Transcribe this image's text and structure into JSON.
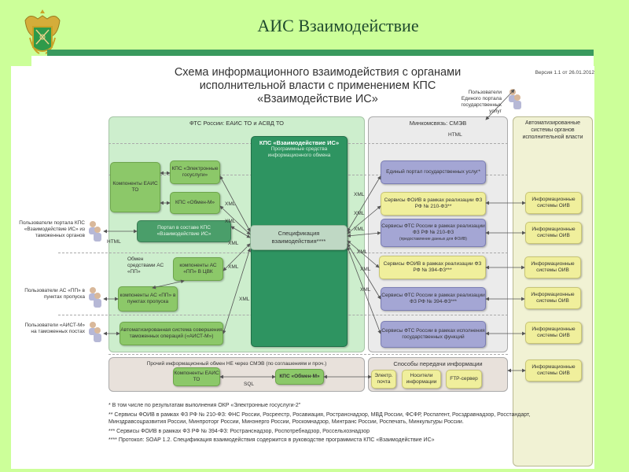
{
  "slide": {
    "title": "АИС Взаимодействие"
  },
  "diagram": {
    "title_line1": "Схема информационного взаимодействия с органами",
    "title_line2": "исполнительной власти с применением КПС «Взаимодействие ИС»",
    "version": "Версия 1.1 от 26.01.2012"
  },
  "regions": {
    "fts": "ФТС России: ЕАИС ТО и АСВД ТО",
    "smev": "Минкомсвязь: СМЭВ",
    "oiv": "Автоматизированные системы органов исполнительной власти",
    "other": "Прочий информационный обмен НЕ через СМЭВ (по соглашениям и проч.)",
    "methods": "Способы передачи информации"
  },
  "boxes": {
    "kps_core_title": "КПС «Взаимодействие ИС»",
    "kps_core_sub": "Программные средства информационного обмена",
    "eais_components": "Компоненты ЕАИС ТО",
    "kps_egosuslugi": "КПС «Электронные госуслуги»",
    "kps_obmen": "КПС «Обмен-М»",
    "portal": "Портал в составе КПС «Взаимодействие ИС»",
    "as_pp_cvk": "компоненты АС «ПП» В ЦВК",
    "as_pp_points": "компоненты АС «ПП» в пунктах пропуска",
    "aist": "Автоматизированная система совершения таможенных операций («АИСТ-М»)",
    "specification": "Спецификация взаимодействия****",
    "epgu": "Единый портал государственных услуг*",
    "foiv_210": "Сервисы ФОИВ в рамках реализации ФЗ РФ № 210-ФЗ**",
    "fts_210": "Сервисы ФТС России в рамках реализации ФЗ РФ № 210-ФЗ",
    "fts_210_note": "(предоставление данных для ФОИВ)",
    "foiv_394": "Сервисы ФОИВ в рамках реализации ФЗ РФ № 394-ФЗ***",
    "fts_394": "Сервисы ФТС России в рамках реализации ФЗ РФ № 394-ФЗ***",
    "fts_functions": "Сервисы ФТС России в рамках исполнения государственных функций",
    "oiv_systems": [
      "Информационные системы ОИВ",
      "Информационные системы ОИВ",
      "Информационные системы ОИВ",
      "Информационные системы ОИВ",
      "Информационные системы ОИВ",
      "Информационные системы ОИВ"
    ],
    "other_eais": "Компоненты ЕАИС ТО",
    "other_obmen": "КПС «Обмен-М»",
    "email": "Электр. почта",
    "media": "Носители информации",
    "ftp": "FTP-сервер"
  },
  "users": {
    "epgu_users": "Пользователи Единого портала государственных услуг",
    "portal_users": "Пользователи портала КПС «Взаимодействие ИС» из таможенных органов",
    "pp_users": "Пользователи АС «ПП» в пунктах пропуска",
    "aist_users": "Пользователи «АИСТ-М» на таможенных постах"
  },
  "labels": {
    "html": "HTML",
    "xml": "XML",
    "sql": "SQL",
    "exchange_pp": "Обмен средствами АС «ПП»"
  },
  "notes": [
    "* В том числе по результатам выполнения ОКР «Электронные госуслуги-2\"",
    "** Сервисы ФОИВ в рамках ФЗ РФ № 210-ФЗ: ФНС России, Росреестр, Росавиация, Ространснадзор, МВД России, ФСФР, Роспатент, Росздравнадзор, Росстандарт, Минздравсоцразвития России, Минпроторг России, Минэнерго России, Роскомнадзор, Минтранс России, Роспечать, Минкультуры России.",
    "*** Сервисы ФОИВ в рамках ФЗ РФ № 394-ФЗ: Ространснадзор, Роспотребнадзор, Россельхознадзор",
    "**** Протокол: SOAP 1.2. Спецификация взаимодействия содержится в руководстве программиста КПС «Взаимодействие ИС»"
  ]
}
